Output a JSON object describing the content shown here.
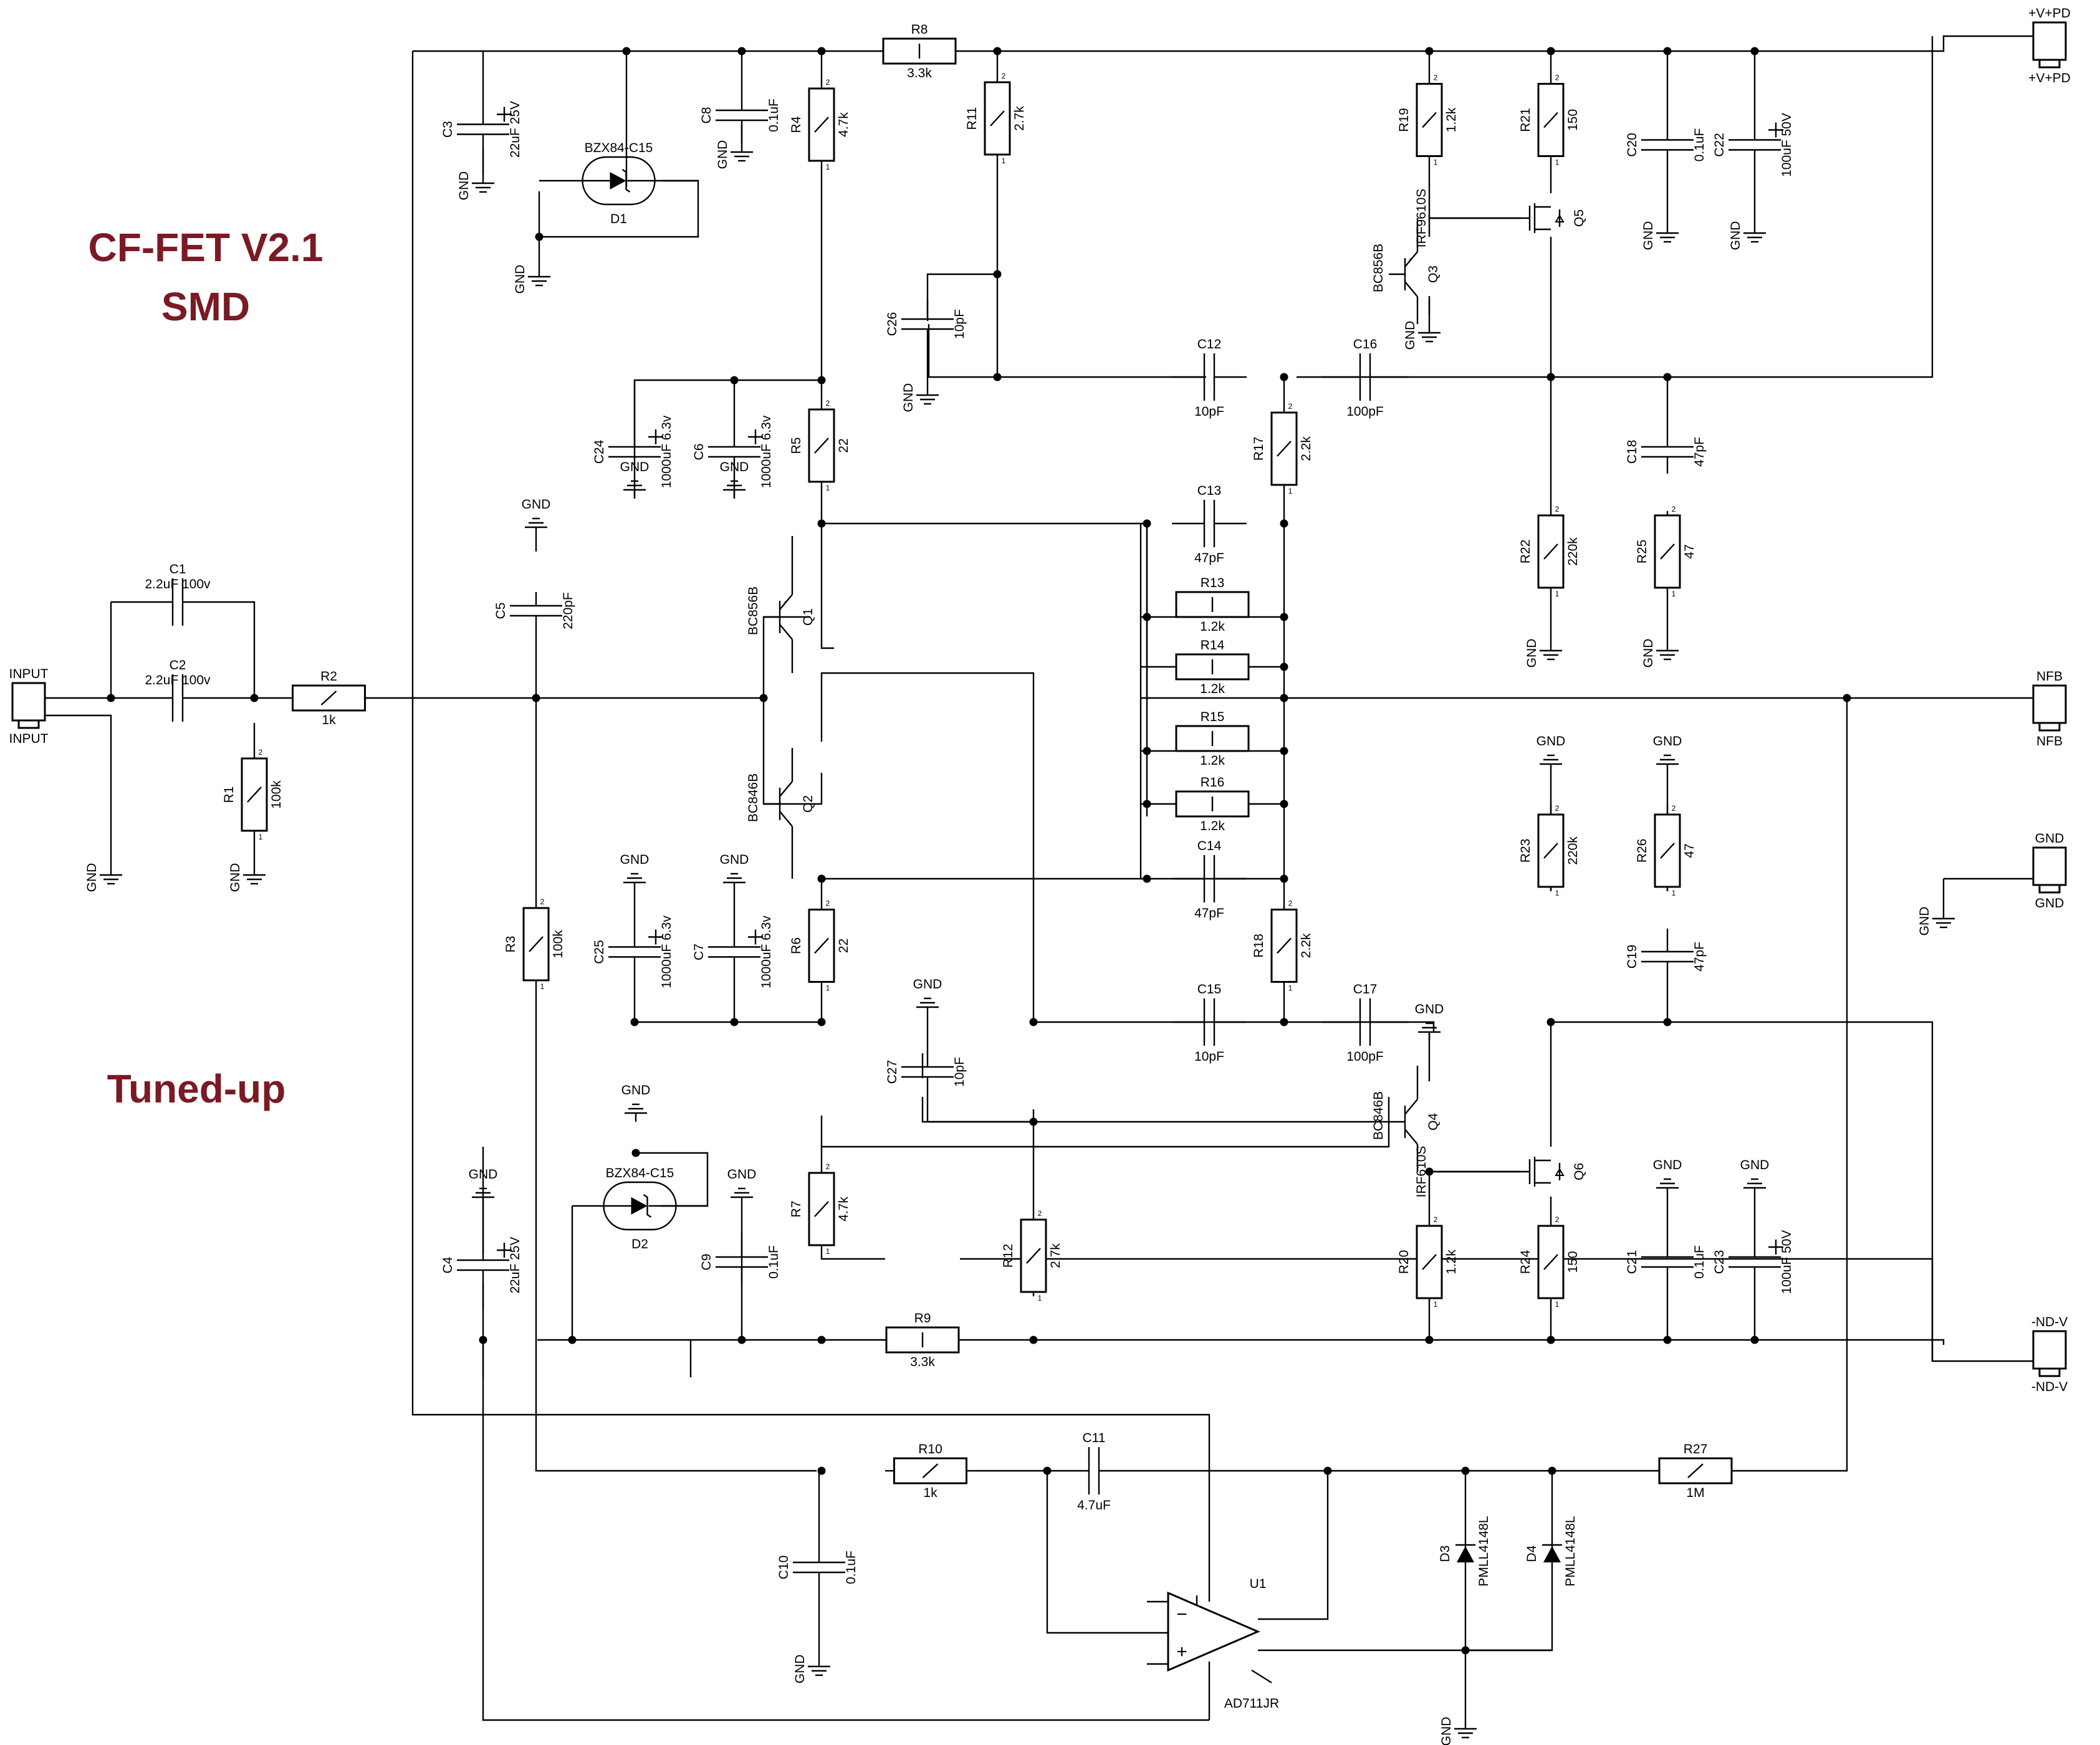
{
  "titles": {
    "main": "CF-FET V2.1",
    "sub": "SMD",
    "note": "Tuned-up"
  },
  "colors": {
    "title": "#7a1a24",
    "ink": "#000000",
    "paper": "#ffffff"
  },
  "gnd_label": "GND",
  "connectors": [
    {
      "id": "J_IN",
      "label": "INPUT"
    },
    {
      "id": "J_PD_TOP",
      "label": "+V+PD"
    },
    {
      "id": "J_NFB",
      "label": "NFB"
    },
    {
      "id": "J_GND",
      "label": "GND"
    },
    {
      "id": "J_ND",
      "label": "-ND-V"
    }
  ],
  "resistors": [
    {
      "ref": "R1",
      "value": "100k"
    },
    {
      "ref": "R2",
      "value": "1k"
    },
    {
      "ref": "R3",
      "value": "100k"
    },
    {
      "ref": "R4",
      "value": "4.7k"
    },
    {
      "ref": "R5",
      "value": "22"
    },
    {
      "ref": "R6",
      "value": "22"
    },
    {
      "ref": "R7",
      "value": "4.7k"
    },
    {
      "ref": "R8",
      "value": "3.3k"
    },
    {
      "ref": "R9",
      "value": "3.3k"
    },
    {
      "ref": "R10",
      "value": "1k"
    },
    {
      "ref": "R11",
      "value": "2.7k"
    },
    {
      "ref": "R12",
      "value": "2.7k"
    },
    {
      "ref": "R13",
      "value": "1.2k"
    },
    {
      "ref": "R14",
      "value": "1.2k"
    },
    {
      "ref": "R15",
      "value": "1.2k"
    },
    {
      "ref": "R16",
      "value": "1.2k"
    },
    {
      "ref": "R17",
      "value": "2.2k"
    },
    {
      "ref": "R18",
      "value": "2.2k"
    },
    {
      "ref": "R19",
      "value": "1.2k"
    },
    {
      "ref": "R20",
      "value": "1.2k"
    },
    {
      "ref": "R21",
      "value": "150"
    },
    {
      "ref": "R22",
      "value": "220k"
    },
    {
      "ref": "R23",
      "value": "220k"
    },
    {
      "ref": "R24",
      "value": "150"
    },
    {
      "ref": "R25",
      "value": "47"
    },
    {
      "ref": "R26",
      "value": "47"
    },
    {
      "ref": "R27",
      "value": "1M"
    }
  ],
  "capacitors": [
    {
      "ref": "C1",
      "value": "2.2uF 100v"
    },
    {
      "ref": "C2",
      "value": "2.2uF 100v"
    },
    {
      "ref": "C3",
      "value": "22uF 25V"
    },
    {
      "ref": "C4",
      "value": "22uF 25V"
    },
    {
      "ref": "C5",
      "value": "220pF"
    },
    {
      "ref": "C6",
      "value": "1000uF 6.3v"
    },
    {
      "ref": "C7",
      "value": "1000uF 6.3v"
    },
    {
      "ref": "C8",
      "value": "0.1uF"
    },
    {
      "ref": "C9",
      "value": "0.1uF"
    },
    {
      "ref": "C10",
      "value": "0.1uF"
    },
    {
      "ref": "C11",
      "value": "4.7uF"
    },
    {
      "ref": "C12",
      "value": "10pF"
    },
    {
      "ref": "C13",
      "value": "47pF"
    },
    {
      "ref": "C14",
      "value": "47pF"
    },
    {
      "ref": "C15",
      "value": "10pF"
    },
    {
      "ref": "C16",
      "value": "100pF"
    },
    {
      "ref": "C17",
      "value": "100pF"
    },
    {
      "ref": "C18",
      "value": "47pF"
    },
    {
      "ref": "C19",
      "value": "47pF"
    },
    {
      "ref": "C20",
      "value": "0.1uF"
    },
    {
      "ref": "C21",
      "value": "0.1uF"
    },
    {
      "ref": "C22",
      "value": "100uF 50V"
    },
    {
      "ref": "C23",
      "value": "100uF 50V"
    },
    {
      "ref": "C24",
      "value": "1000uF 6.3v"
    },
    {
      "ref": "C25",
      "value": "1000uF 6.3v"
    },
    {
      "ref": "C26",
      "value": "10pF"
    },
    {
      "ref": "C27",
      "value": "10pF"
    }
  ],
  "semiconductors": [
    {
      "ref": "Q1",
      "value": "BC856B"
    },
    {
      "ref": "Q2",
      "value": "BC846B"
    },
    {
      "ref": "Q3",
      "value": "BC856B"
    },
    {
      "ref": "Q4",
      "value": "BC846B"
    },
    {
      "ref": "Q5",
      "value": "IRF9610S"
    },
    {
      "ref": "Q6",
      "value": "IRF610S"
    },
    {
      "ref": "D1",
      "value": "BZX84-C15"
    },
    {
      "ref": "D2",
      "value": "BZX84-C15"
    },
    {
      "ref": "D3",
      "value": "PMLL4148L"
    },
    {
      "ref": "D4",
      "value": "PMLL4148L"
    },
    {
      "ref": "U1",
      "value": "AD711JR"
    }
  ]
}
